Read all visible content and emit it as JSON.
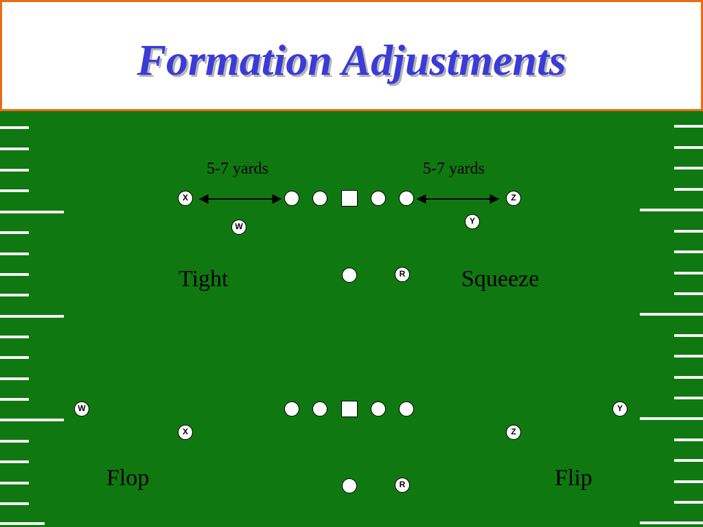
{
  "slide": {
    "title": "Formation Adjustments",
    "colors": {
      "field": "#107810",
      "title": "#3b3bd8",
      "border": "#ee6a10",
      "lines": "#ffffff"
    }
  },
  "top": {
    "left_distance": "5-7 yards",
    "right_distance": "5-7 yards",
    "left_label": "Tight",
    "right_label": "Squeeze",
    "players": {
      "x": "X",
      "w": "W",
      "z": "Z",
      "y": "Y",
      "r": "R"
    }
  },
  "bottom": {
    "left_label": "Flop",
    "right_label": "Flip",
    "players": {
      "w": "W",
      "x": "X",
      "z": "Z",
      "y": "Y",
      "r": "R"
    }
  }
}
